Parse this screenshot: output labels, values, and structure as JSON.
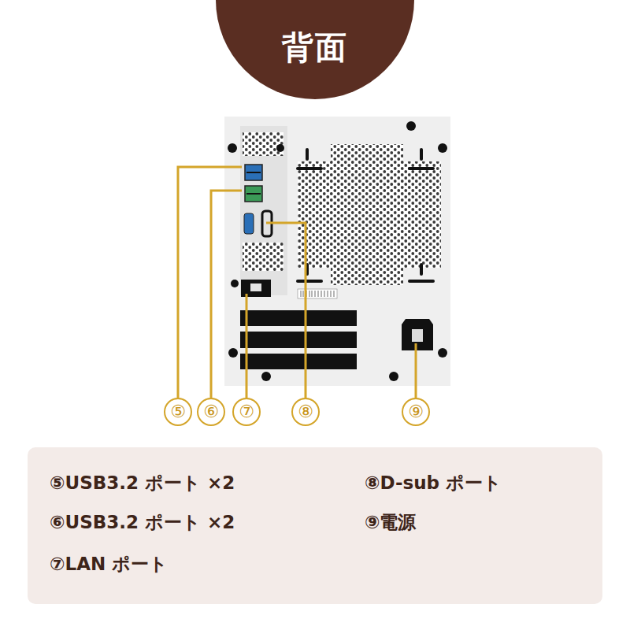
{
  "diagram": {
    "title": "背面",
    "nodes": [
      {
        "text": [
          "⑤USB3.2 ポート ×2",
          "⑥USB3.2 ポート ×2",
          "⑦LAN ポート",
          "⑧D-sub ポート",
          "⑨電源"
        ]
      }
    ],
    "labels": [
      "⑤",
      "⑥",
      "⑦",
      "⑧",
      "⑨"
    ]
  }
}
